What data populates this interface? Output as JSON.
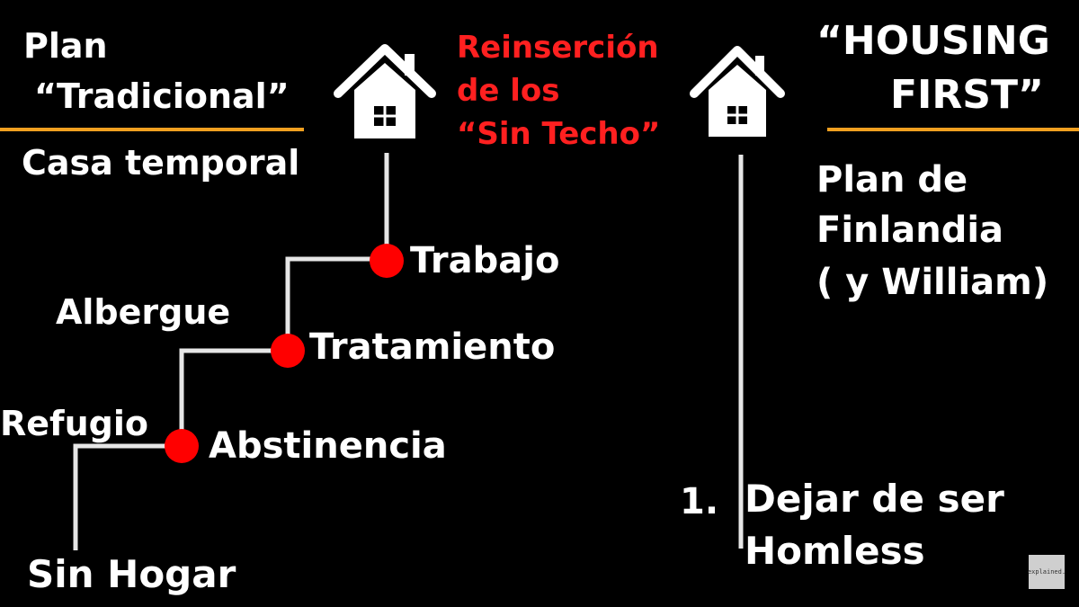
{
  "colors": {
    "accent_orange": "#f0a020",
    "dot_red": "#ff0000",
    "title_red": "#ff2020",
    "line": "#e6e6e6"
  },
  "left": {
    "title_line1": "Plan",
    "title_line2": "“Tradicional”",
    "top_step": "Casa temporal",
    "levels": [
      "Albergue",
      "Refugio",
      "Sin Hogar"
    ],
    "milestones": [
      "Trabajo",
      "Tratamiento",
      "Abstinencia"
    ]
  },
  "center": {
    "lines": [
      "Reinserción",
      "de los",
      "“Sin Techo”"
    ]
  },
  "right": {
    "title_line1": "“HOUSING",
    "title_line2": "FIRST”",
    "desc_lines": [
      "Plan de",
      "Finlandia",
      "( y William)"
    ],
    "step_number": "1.",
    "step_line1": "Dejar de ser",
    "step_line2": "Homless"
  },
  "icons": {
    "left_house": "house-icon",
    "right_house": "house-icon"
  },
  "watermark": "explained."
}
